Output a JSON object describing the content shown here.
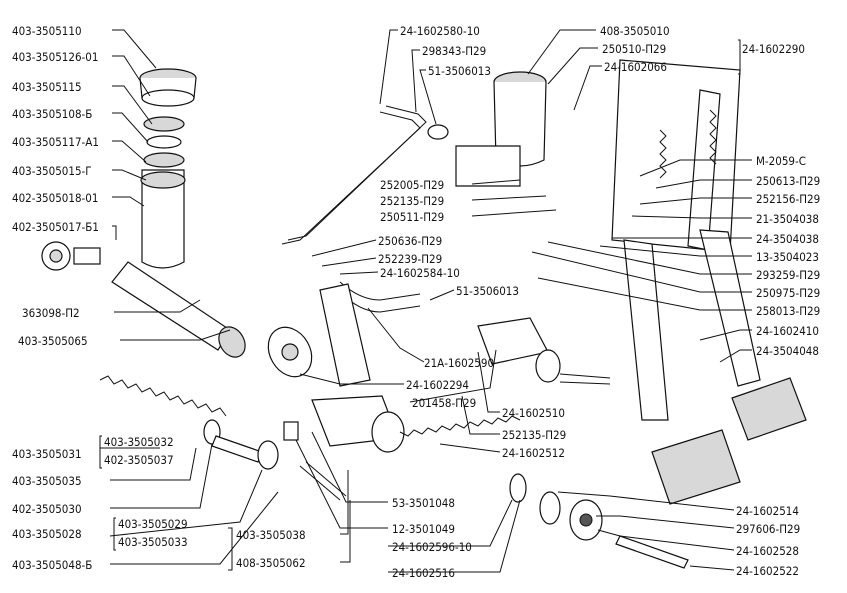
{
  "labels": {
    "l403_3505110": "403-3505110",
    "l403_3505126_01": "403-3505126-01",
    "l403_3505115": "403-3505115",
    "l403_3505108_6": "403-3505108-Б",
    "l403_3505117_a1": "403-3505117-А1",
    "l403_3505015_g": "403-3505015-Г",
    "l402_3505018_01": "402-3505018-01",
    "l402_3505017_b1": "402-3505017-Б1",
    "l363098_p2": "363098-П2",
    "l403_3505065": "403-3505065",
    "l403_3505031": "403-3505031",
    "l403_3505032": "403-3505032",
    "l402_3505037": "402-3505037",
    "l403_3505035": "403-3505035",
    "l402_3505030": "402-3505030",
    "l403_3505028": "403-3505028",
    "l403_3505029": "403-3505029",
    "l403_3505033": "403-3505033",
    "l403_3505048_b": "403-3505048-Б",
    "l403_3505038": "403-3505038",
    "l408_3505062": "408-3505062",
    "l24_1602580_10": "24-1602580-10",
    "l298343_p29": "298343-П29",
    "l51_3506013_top": "51-3506013",
    "l408_3505010": "408-3505010",
    "l250510_p29": "250510-П29",
    "l24_1602290": "24-1602290",
    "l24_1602066": "24-1602066",
    "lm_2059_c": "М-2059-С",
    "l252005_p29": "252005-П29",
    "l252135_p29_a": "252135-П29",
    "l250511_p29": "250511-П29",
    "l250636_p29": "250636-П29",
    "l252239_p29": "252239-П29",
    "l24_1602584_10": "24-1602584-10",
    "l51_3506013_mid": "51-3506013",
    "l250613_p29": "250613-П29",
    "l252156_p29": "252156-П29",
    "l21_3504038": "21-3504038",
    "l24_3504038": "24-3504038",
    "l13_3504023": "13-3504023",
    "l293259_p29": "293259-П29",
    "l250975_p29": "250975-П29",
    "l258013_p29": "258013-П29",
    "l24_1602410": "24-1602410",
    "l24_3504048": "24-3504048",
    "l21a_1602590": "21А-1602590",
    "l24_1602294": "24-1602294",
    "l201458_p29": "201458-П29",
    "l24_1602510": "24-1602510",
    "l252135_p29_b": "252135-П29",
    "l24_1602512": "24-1602512",
    "l53_3501048": "53-3501048",
    "l12_3501049": "12-3501049",
    "l24_1602596_10": "24-1602596-10",
    "l24_1602516": "24-1602516",
    "l24_1602514": "24-1602514",
    "l297606_p29": "297606-П29",
    "l24_1602528": "24-1602528",
    "l24_1602522": "24-1602522"
  }
}
